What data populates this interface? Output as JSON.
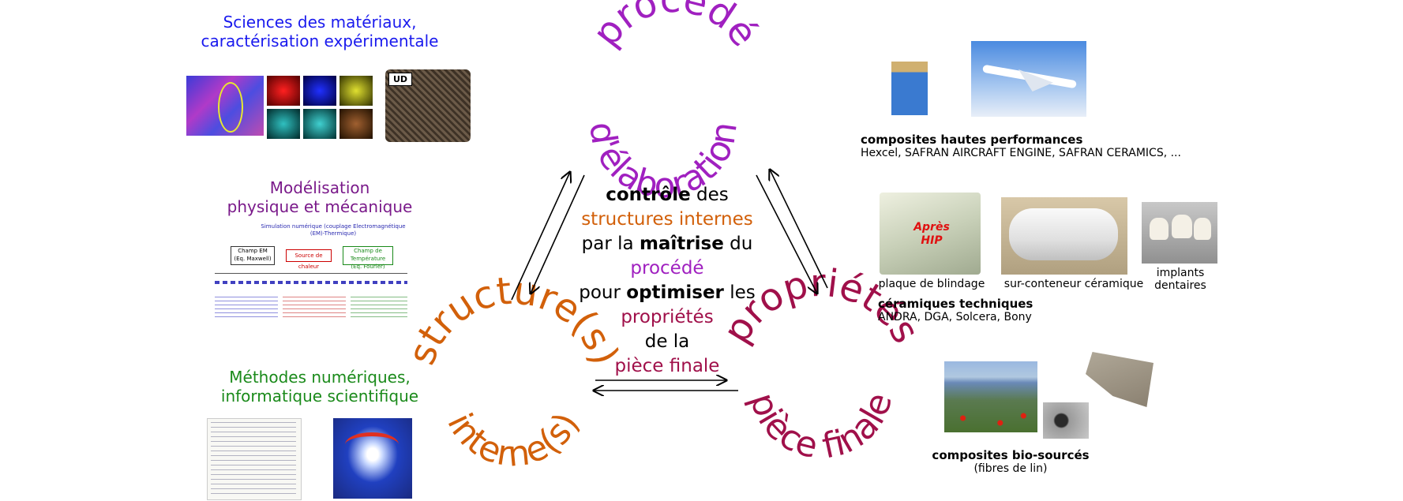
{
  "colors": {
    "procede": "#a020c0",
    "structure": "#d2600a",
    "proprietes": "#a0104a",
    "sciences": "#1a1aee",
    "modelisation": "#7a1a8a",
    "methodes": "#1a8a1a",
    "text": "#000000"
  },
  "topics": {
    "sciences": {
      "line1": "Sciences des matériaux,",
      "line2": "caractérisation expérimentale"
    },
    "modelisation": {
      "line1": "Modélisation",
      "line2": "physique et mécanique"
    },
    "methodes": {
      "line1": "Méthodes numériques,",
      "line2": "informatique scientifique"
    }
  },
  "cycle": {
    "procede_top": "procédé",
    "procede_bottom": "d'élaboration",
    "structure_outer": "structure(s)",
    "structure_inner": "interne(s)",
    "proprietes_outer": "propriétés",
    "proprietes_inner": "pièce finale"
  },
  "center": {
    "l1_bold": "contrôle",
    "l1_rest": " des",
    "l2": "structures internes",
    "l3_pre": "par la ",
    "l3_bold": "maîtrise",
    "l3_post": " du",
    "l4": "procédé",
    "l5_pre": "pour ",
    "l5_bold": "optimiser",
    "l5_post": " les",
    "l6": "propriétés",
    "l7": "de la",
    "l8": "pièce finale"
  },
  "applications": {
    "hp_title": "composites hautes performances",
    "hp_sub": "Hexcel, SAFRAN AIRCRAFT ENGINE, SAFRAN CERAMICS, ...",
    "blindage": "plaque de blindage",
    "apres": "Après",
    "hip": "HIP",
    "surconteneur": "sur-conteneur céramique",
    "implants1": "implants",
    "implants2": "dentaires",
    "ceram_title": "céramiques techniques",
    "ceram_sub": "ANDRA, DGA, Solcera, Bony",
    "bio_title": "composites bio-sourcés",
    "bio_sub": "(fibres de lin)"
  },
  "thumb_labels": {
    "ud": "UD",
    "sim_title1": "Simulation numérique (couplage Electromagnétique",
    "sim_title2": "(EM)-Thermique)",
    "champ_em": "Champ EM",
    "eq_maxwell": "(Eq. Maxwell)",
    "source": "Source de chaleur",
    "champ_temp": "Champ de Température",
    "eq_fourier": "(Eq. Fourier)"
  }
}
